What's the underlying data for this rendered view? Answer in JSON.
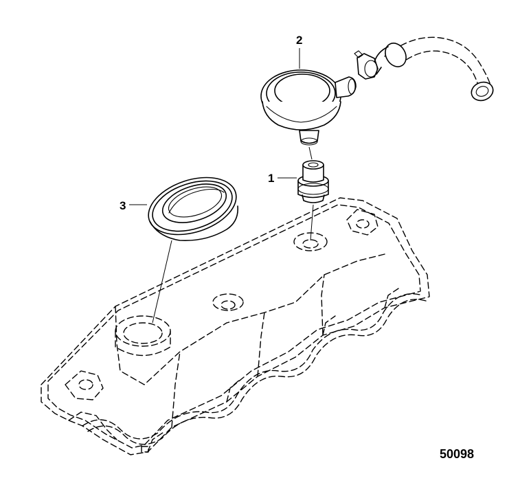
{
  "diagram": {
    "figure_number": "50098",
    "callouts": [
      {
        "id": "1",
        "label": "1"
      },
      {
        "id": "2",
        "label": "2"
      },
      {
        "id": "3",
        "label": "3"
      }
    ]
  }
}
